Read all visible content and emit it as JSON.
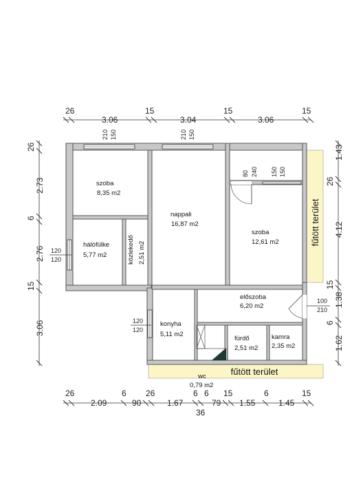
{
  "dimensions": {
    "top_small": [
      "26",
      "15",
      "15",
      "15"
    ],
    "top_main": [
      "3.06",
      "3.04",
      "3.06"
    ],
    "bottom_small": [
      "26",
      "6",
      "26",
      "6",
      "6",
      "15",
      "6",
      "15"
    ],
    "bottom_main": [
      "2.09",
      "90",
      "1.67",
      "79",
      "1.55",
      "1.45"
    ],
    "bottom_extra": "36",
    "left_small": [
      "26",
      "6",
      "15"
    ],
    "left_main": [
      "2.73",
      "2.76",
      "3.06"
    ],
    "right_small": [
      "26",
      "15",
      "6"
    ],
    "right_main": [
      "1.43",
      "4.12",
      "1.38",
      "1.62"
    ]
  },
  "openings": {
    "window1": [
      "210",
      "150"
    ],
    "window2": [
      "210",
      "150"
    ],
    "door_top": [
      "80",
      "240"
    ],
    "window3": [
      "150",
      "150"
    ],
    "window_left1": [
      "120",
      "120"
    ],
    "window_left2": [
      "120",
      "120"
    ],
    "door_right": [
      "100",
      "210"
    ]
  },
  "rooms": {
    "szoba1": {
      "name": "szoba",
      "area": "8,35 m2"
    },
    "nappali": {
      "name": "nappali",
      "area": "16,87 m2"
    },
    "szoba2": {
      "name": "szoba",
      "area": "12,61 m2"
    },
    "halofulke": {
      "name": "hálófülke",
      "area": "5,77 m2"
    },
    "kozlekedo": {
      "name": "közlekedő",
      "area": "2,51 m2"
    },
    "eloszoba": {
      "name": "előszoba",
      "area": "6,20 m2"
    },
    "konyha": {
      "name": "konyha",
      "area": "5,11 m2"
    },
    "furdo": {
      "name": "fürdő",
      "area": "2,51 m2"
    },
    "kamra": {
      "name": "kamra",
      "area": "2,35 m2"
    },
    "wc": {
      "name": "wc",
      "area": "0,79 m2"
    }
  },
  "heated_area_label": "fűtött terület",
  "colors": {
    "heated": "#fcf6c7",
    "wall": "#c8c8c8",
    "line": "#333333"
  }
}
